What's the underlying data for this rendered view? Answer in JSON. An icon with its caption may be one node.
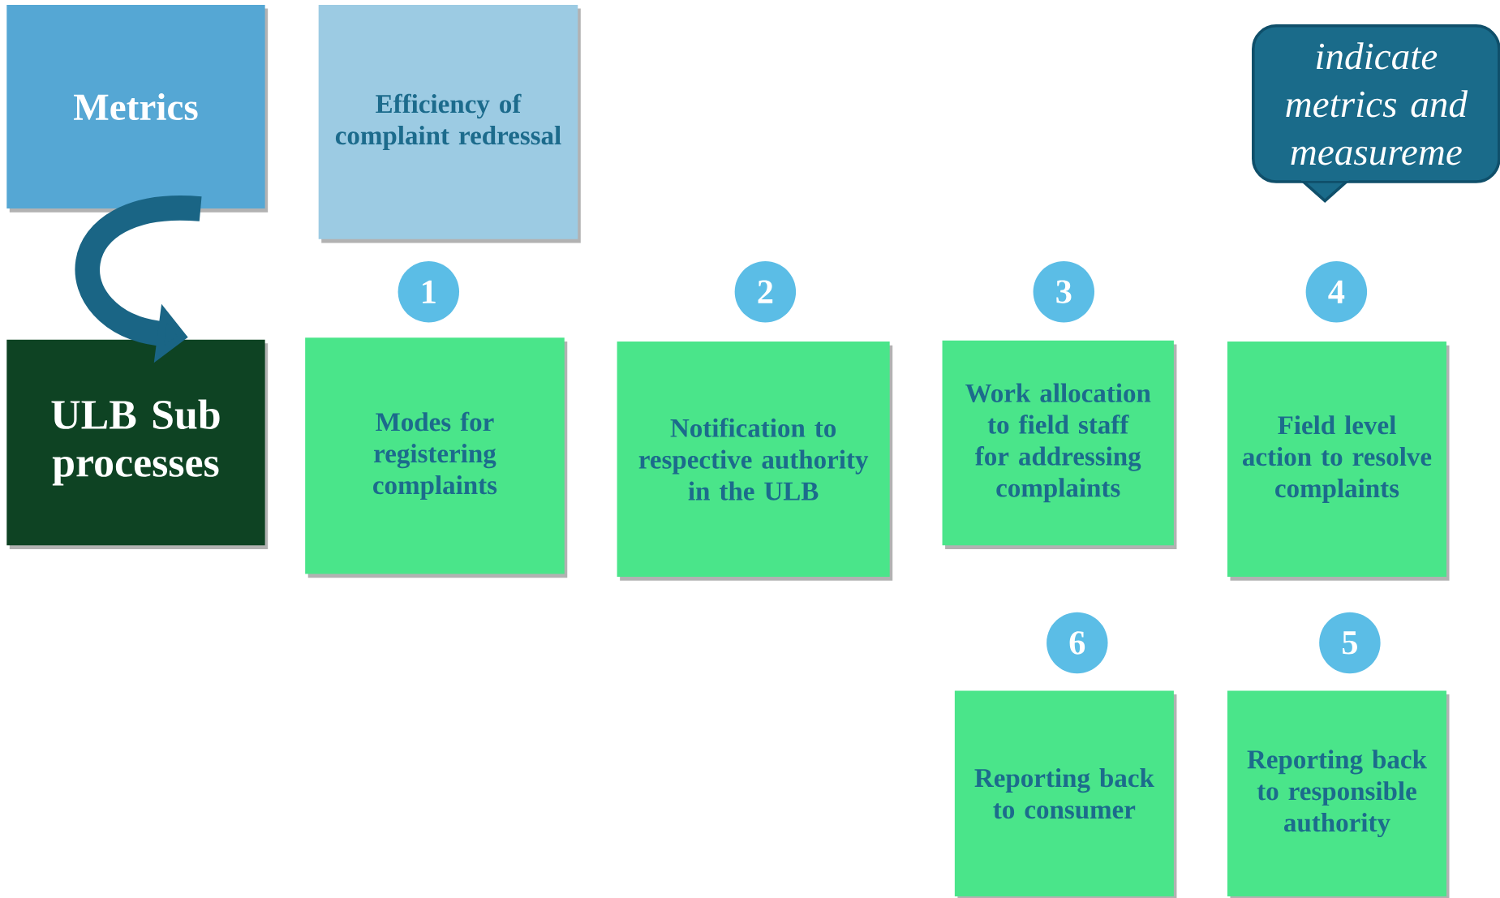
{
  "diagram": {
    "nodes": [
      {
        "text": [
          "Metrics"
        ]
      },
      {
        "text": [
          "Efficiency of complaint redressal"
        ]
      },
      {
        "text": [
          "indicate metrics and measureme"
        ]
      },
      {
        "text": [
          "ULB Sub processes"
        ]
      },
      {
        "text": [
          "1"
        ]
      },
      {
        "text": [
          "Modes for registering complaints"
        ]
      },
      {
        "text": [
          "2"
        ]
      },
      {
        "text": [
          "Notification to respective authority in the ULB"
        ]
      },
      {
        "text": [
          "3"
        ]
      },
      {
        "text": [
          "Work allocation to field staff for addressing complaints"
        ]
      },
      {
        "text": [
          "4"
        ]
      },
      {
        "text": [
          "Field level action to resolve complaints"
        ]
      },
      {
        "text": [
          "6"
        ]
      },
      {
        "text": [
          "Reporting back to consumer"
        ]
      },
      {
        "text": [
          "5"
        ]
      },
      {
        "text": [
          "Reporting back to responsible authority"
        ]
      }
    ],
    "edges": [
      {
        "from": 0,
        "to": 3,
        "arrow": "to"
      }
    ]
  }
}
